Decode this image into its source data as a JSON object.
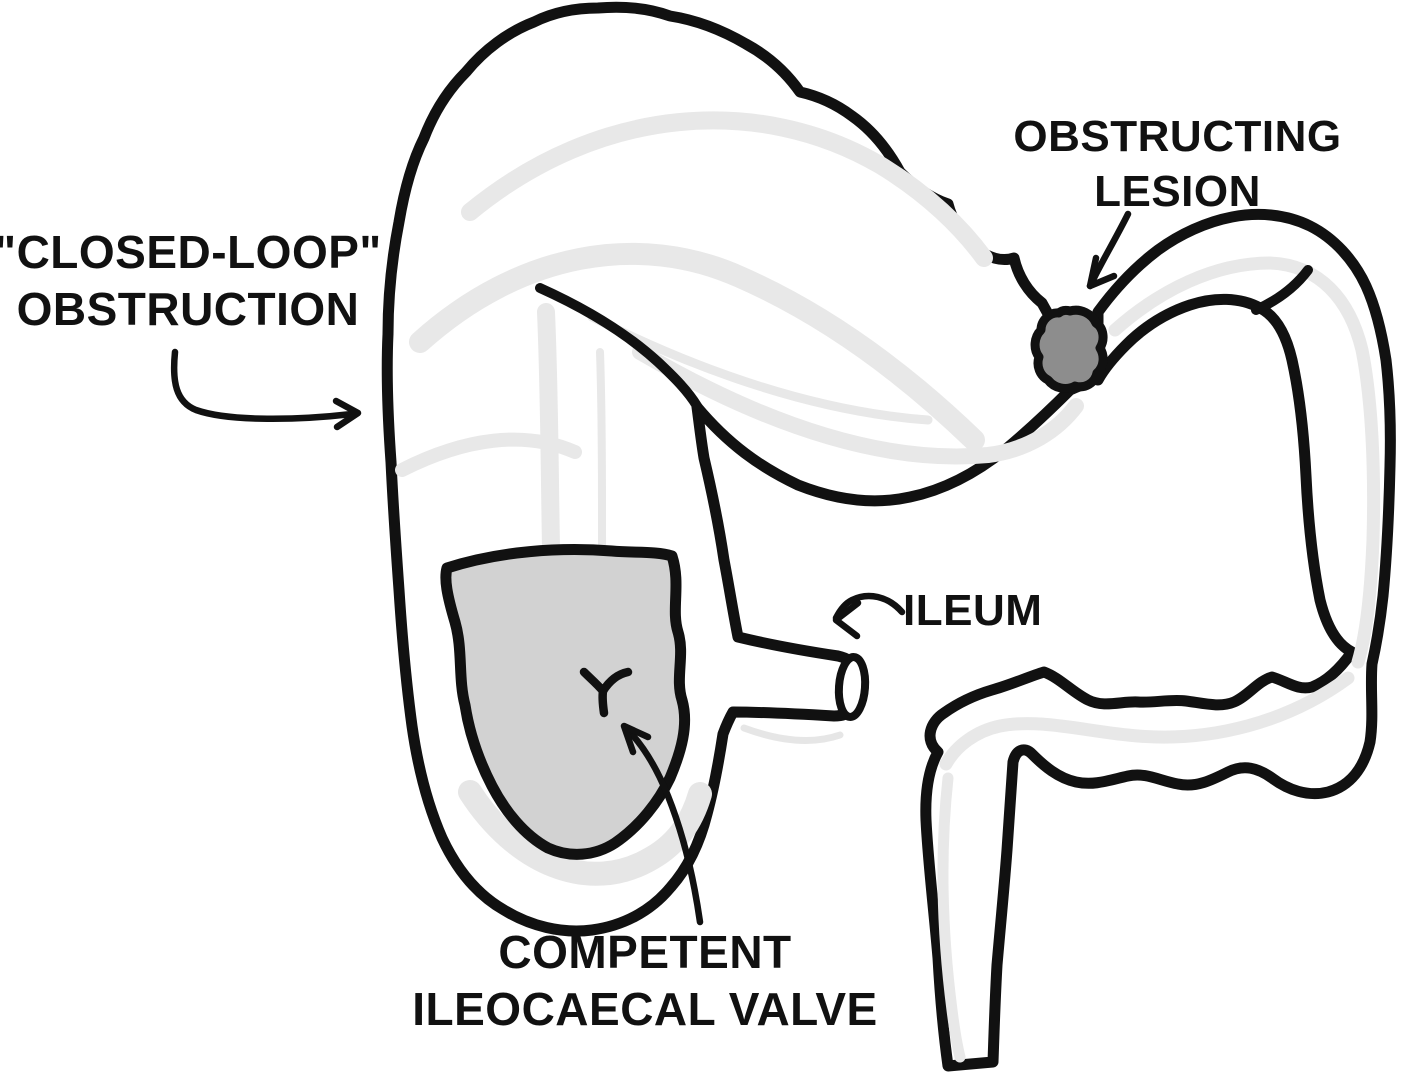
{
  "labels": {
    "closed_loop": {
      "line1": "\"CLOSED-LOOP\"",
      "line2": "OBSTRUCTION"
    },
    "obstructing_lesion": {
      "line1": "OBSTRUCTING",
      "line2": "LESION"
    },
    "ileum": {
      "text": "ILEUM"
    },
    "ileocaecal_valve": {
      "line1": "COMPETENT",
      "line2": "ILEOCAECAL VALVE"
    }
  },
  "colors": {
    "background": "#ffffff",
    "outline": "#111111",
    "bowel_fill": "#ffffff",
    "haustra_shading": "#e8e8e8",
    "caecum_fill": "#d2d2d2",
    "lesion_fill": "#8d8d8d",
    "text": "#111111"
  }
}
